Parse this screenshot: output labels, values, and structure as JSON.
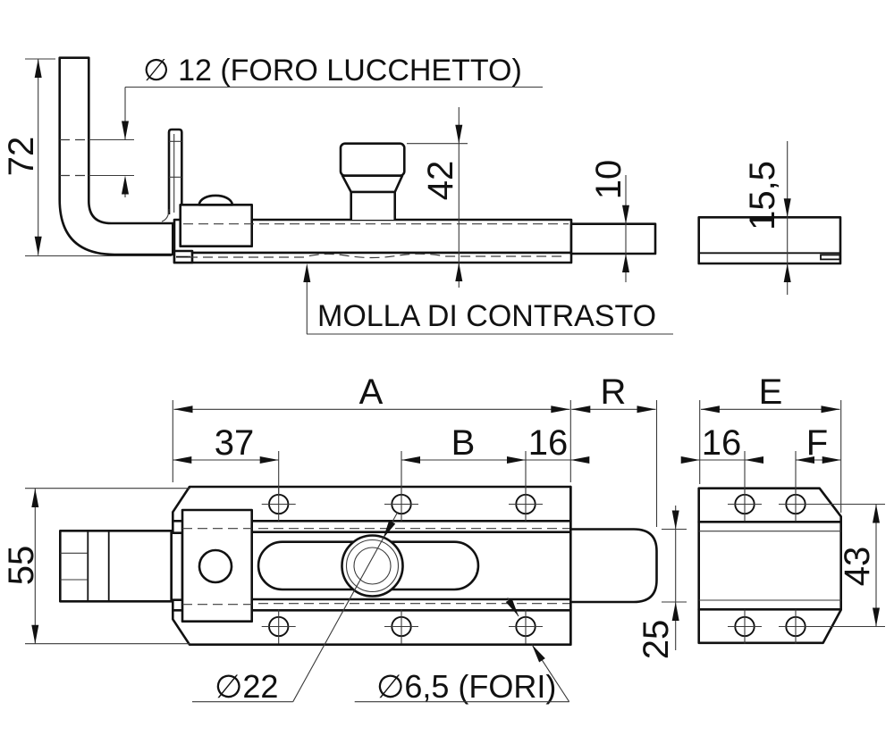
{
  "drawing": {
    "title_labels": {
      "padlock_hole": "∅ 12 (FORO LUCCHETTO)",
      "spring": "MOLLA DI CONTRASTO",
      "dia22": "∅22",
      "dia65_holes": "∅6,5 (FORI)"
    },
    "dims": {
      "d72": "72",
      "d42": "42",
      "d10": "10",
      "d15_5": "15,5",
      "dA": "A",
      "dR": "R",
      "dE": "E",
      "d37": "37",
      "dB": "B",
      "d16": "16",
      "d16_2": "16",
      "dF": "F",
      "d55": "55",
      "d25": "25",
      "d43": "43"
    },
    "colors": {
      "ink": "#111111",
      "background": "#ffffff"
    }
  }
}
